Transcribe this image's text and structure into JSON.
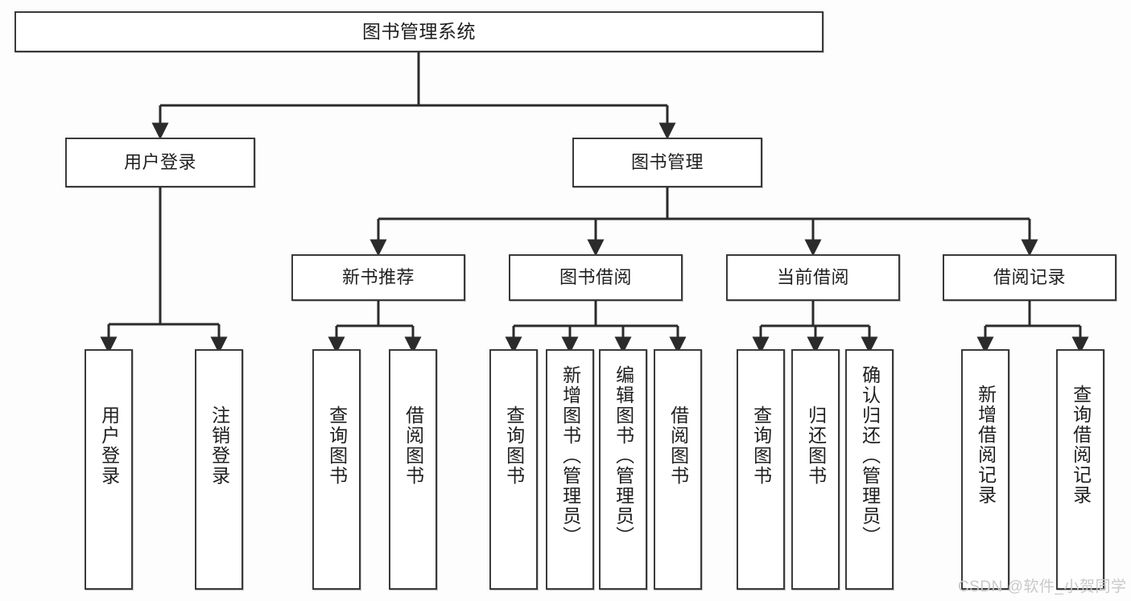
{
  "diagram": {
    "type": "tree-hierarchy-chart",
    "title": "图书管理系统",
    "orientation": "top-down",
    "colors": {
      "box_border": "#3a3a3a",
      "box_fill": "#ffffff",
      "edge": "#2b2b2b",
      "background": "#fdfdfd",
      "watermark": "#c9c9c9"
    },
    "root": {
      "label": "图书管理系统"
    },
    "level2": [
      {
        "label": "用户登录"
      },
      {
        "label": "图书管理"
      }
    ],
    "level3": [
      {
        "label": "新书推荐"
      },
      {
        "label": "图书借阅"
      },
      {
        "label": "当前借阅"
      },
      {
        "label": "借阅记录"
      }
    ],
    "leaves": {
      "user_login": [
        {
          "label": "用户登录"
        },
        {
          "label": "注销登录"
        }
      ],
      "new_book_recommend": [
        {
          "label": "查询图书"
        },
        {
          "label": "借阅图书"
        }
      ],
      "book_borrow": [
        {
          "label": "查询图书"
        },
        {
          "label": "新增图书（管理员）"
        },
        {
          "label": "编辑图书（管理员）"
        },
        {
          "label": "借阅图书"
        }
      ],
      "current_borrow": [
        {
          "label": "查询图书"
        },
        {
          "label": "归还图书"
        },
        {
          "label": "确认归还（管理员）"
        }
      ],
      "borrow_record": [
        {
          "label": "新增借阅记录"
        },
        {
          "label": "查询借阅记录"
        }
      ]
    }
  },
  "watermark": {
    "text": "CSDN @软件_小贺同学"
  }
}
